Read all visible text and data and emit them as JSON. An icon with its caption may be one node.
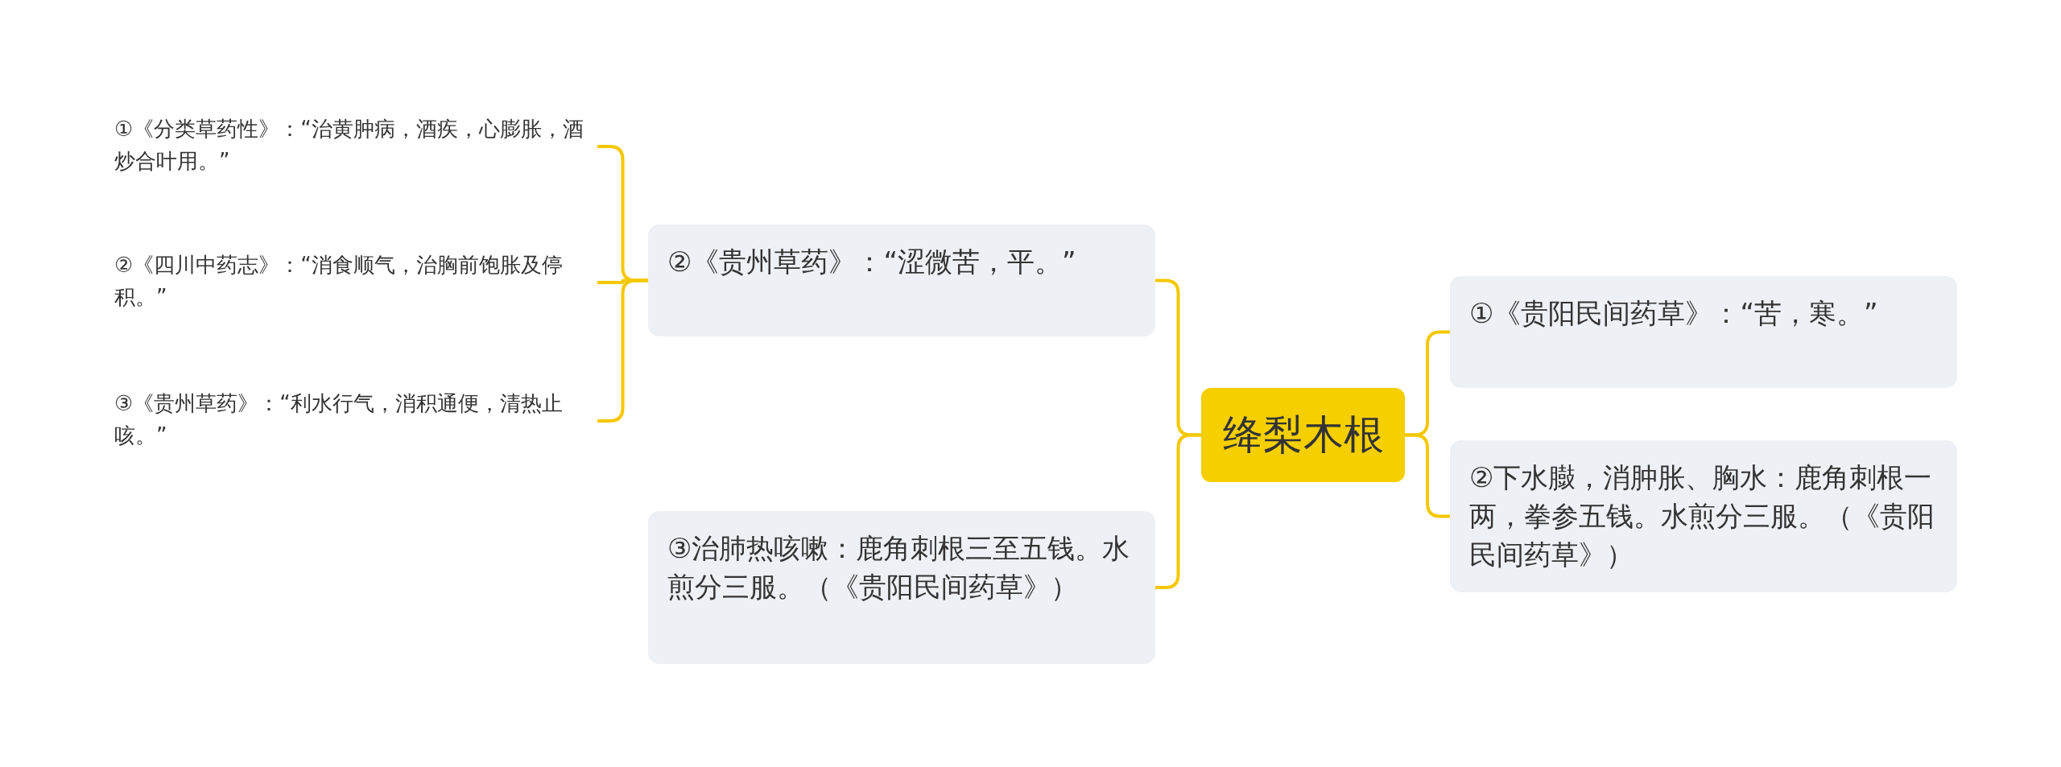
{
  "diagram": {
    "nodes": [
      {
        "text": [
          "绛梨木根"
        ]
      },
      {
        "text": [
          "②《贵州草药》：“涩微苦，平。”"
        ]
      },
      {
        "text": [
          "①《分类草药性》：“治黄肿病，酒疾，心膨胀，酒炒合叶用。”"
        ]
      },
      {
        "text": [
          "②《四川中药志》：“消食顺气，治胸前饱胀及停积。”"
        ]
      },
      {
        "text": [
          "③《贵州草药》：“利水行气，消积通便，清热止咳。”"
        ]
      },
      {
        "text": [
          "③治肺热咳嗽：鹿角刺根三至五钱。水煎分三服。（《贵阳民间药草》）"
        ]
      },
      {
        "text": [
          "①《贵阳民间药草》：“苦，寒。”"
        ]
      },
      {
        "text": [
          "②下水臌，消肿胀、胸水：鹿角刺根一两，拳参五钱。水煎分三服。（《贵阳民间药草》）"
        ]
      }
    ],
    "edges": [
      {
        "from": 0,
        "to": 1,
        "arrow": "none"
      },
      {
        "from": 0,
        "to": 5,
        "arrow": "none"
      },
      {
        "from": 0,
        "to": 6,
        "arrow": "none"
      },
      {
        "from": 0,
        "to": 7,
        "arrow": "none"
      },
      {
        "from": 1,
        "to": 2,
        "arrow": "none"
      },
      {
        "from": 1,
        "to": 3,
        "arrow": "none"
      },
      {
        "from": 1,
        "to": 4,
        "arrow": "none"
      }
    ]
  }
}
